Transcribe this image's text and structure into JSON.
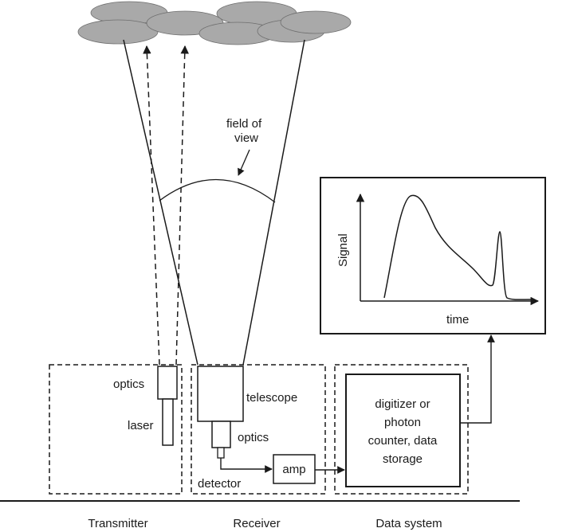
{
  "labels": {
    "field_of_view_line1": "field of",
    "field_of_view_line2": "view",
    "signal_axis": "Signal",
    "time_axis": "time",
    "transmitter_optics": "optics",
    "laser": "laser",
    "telescope": "telescope",
    "receiver_optics": "optics",
    "detector": "detector",
    "amp": "amp",
    "digitizer_line1": "digitizer or",
    "digitizer_line2": "photon",
    "digitizer_line3": "counter, data",
    "digitizer_line4": "storage"
  },
  "captions": {
    "transmitter": "Transmitter",
    "receiver": "Receiver",
    "data_system": "Data system"
  },
  "colors": {
    "cloud_fill": "#a9a9a9",
    "cloud_stroke": "#6e6e6e",
    "line": "#1a1a1a"
  }
}
